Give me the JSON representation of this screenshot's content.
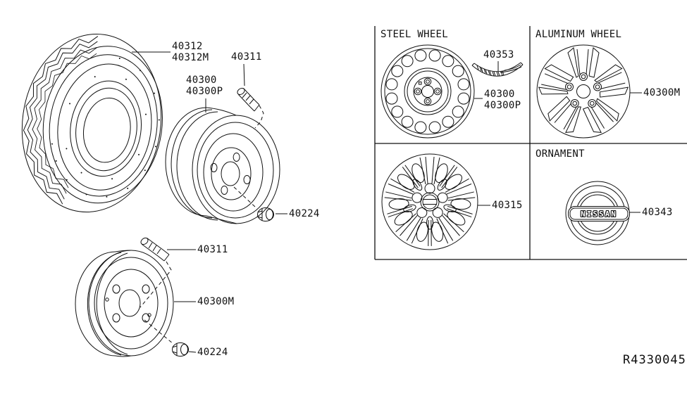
{
  "labels": {
    "tire1": "40312",
    "tire2": "40312M",
    "valve_top": "40311",
    "steel1": "40300",
    "steel2": "40300P",
    "nut_top": "40224",
    "valve_bottom": "40311",
    "disc_wheel": "40300M",
    "nut_bottom": "40224"
  },
  "table": {
    "steel": {
      "title": "STEEL WHEEL",
      "weight": "40353",
      "part1": "40300",
      "part2": "40300P"
    },
    "aluminum": {
      "title": "ALUMINUM WHEEL",
      "part": "40300M"
    },
    "cover": {
      "part": "40315"
    },
    "ornament": {
      "title": "ORNAMENT",
      "part": "40343",
      "brand": "NISSAN"
    }
  },
  "ref_code": "R4330045",
  "colors": {
    "line": "#101010",
    "background": "#ffffff"
  }
}
